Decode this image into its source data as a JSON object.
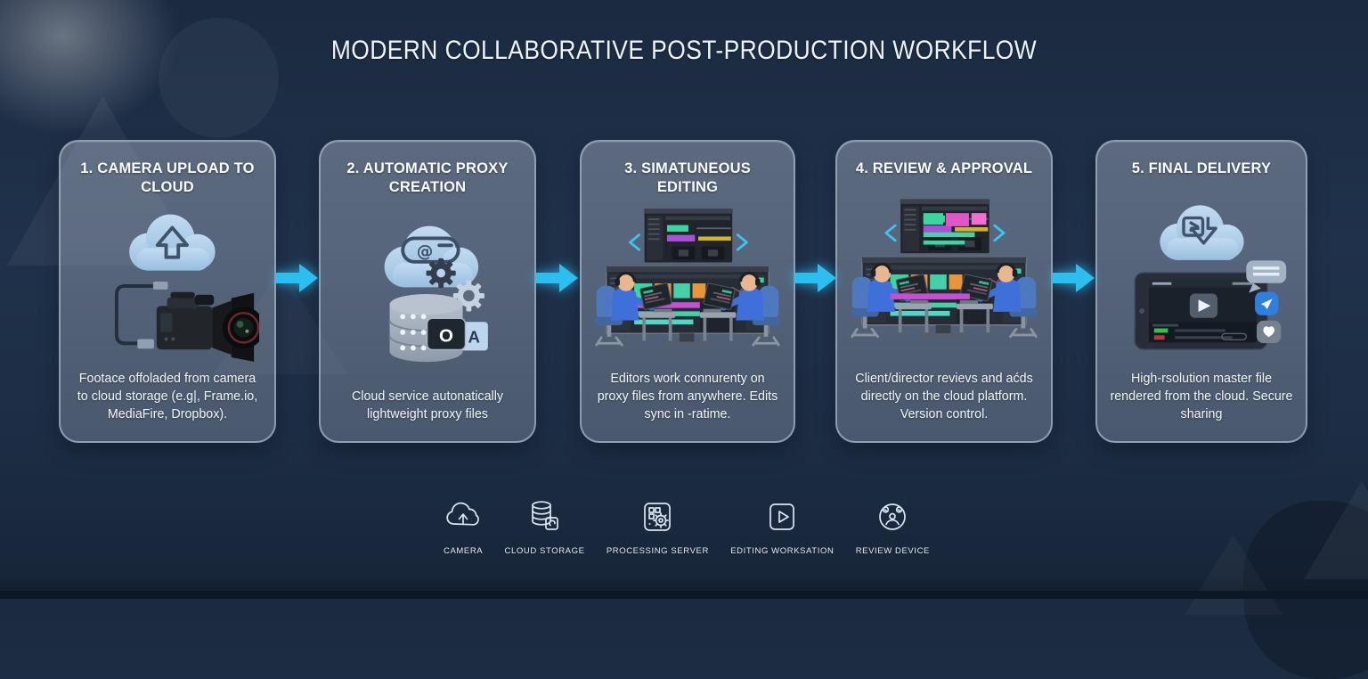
{
  "title": "MODERN COLLABORATIVE POST-PRODUCTION WORKFLOW",
  "colors": {
    "accent_arrow": "#2dbef0",
    "background": "#1e2d44",
    "card_fill": "#57627a",
    "cloud_icon": "#a9c9e8"
  },
  "steps": [
    {
      "heading": "1. CAMERA UPLOAD TO CLOUD",
      "description": "Footace offoladed from camera to cloud storage (e.g|, Frame.io, MediaFire, Dropbox).",
      "icon": "camera-cloud-upload-illustration"
    },
    {
      "heading": "2. AUTOMATIC PROXY CREATION",
      "description": "Cloud service autonatically lightweight proxy files",
      "icon": "cloud-gears-database-illustration"
    },
    {
      "heading": "3. SIMATUNEOUS EDITING",
      "description": "Editors work connurenty on proxy files from anywhere. Edits sync in -ratime.",
      "icon": "editors-workstation-illustration"
    },
    {
      "heading": "4. REVIEW & APPROVAL",
      "description": "Client/director revievs and aćds directly on the cloud platform. Version control.",
      "icon": "review-workstation-illustration"
    },
    {
      "heading": "5. FINAL DELIVERY",
      "description": "High-rsolution master file rendered from the cloud. Secure sharing",
      "icon": "cloud-download-tablet-illustration"
    }
  ],
  "legend": {
    "items": [
      {
        "label": "CAMERA",
        "icon": "cloud-upload-icon"
      },
      {
        "label": "CLOUD STORAGE",
        "icon": "database-icon"
      },
      {
        "label": "PROCESSING SERVER",
        "icon": "server-gear-icon"
      },
      {
        "label": "EDITING WORKSATION",
        "icon": "play-screen-icon"
      },
      {
        "label": "REVIEW DEVICE",
        "icon": "review-face-icon"
      }
    ]
  }
}
